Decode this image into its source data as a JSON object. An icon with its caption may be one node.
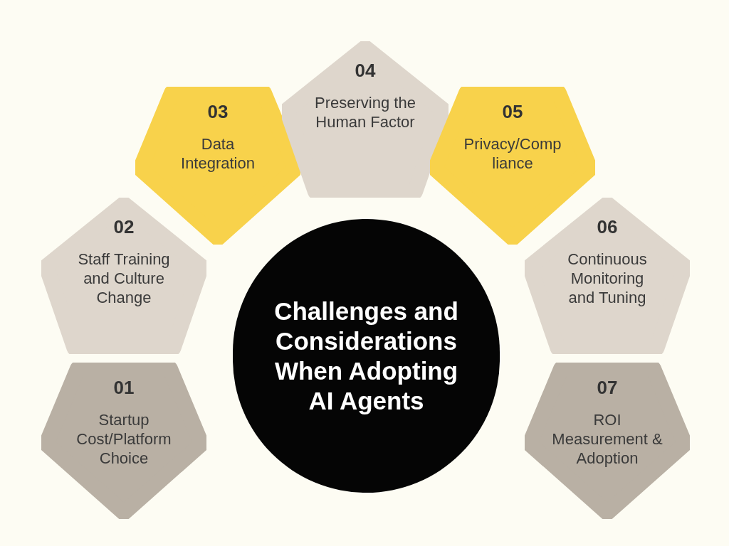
{
  "diagram": {
    "nodes": [
      {
        "text": [
          "01",
          "Startup Cost/Platform Choice"
        ]
      },
      {
        "text": [
          "02",
          "Staff Training and Culture Change"
        ]
      },
      {
        "text": [
          "03",
          "Data Integration"
        ]
      },
      {
        "text": [
          "04",
          "Preserving the Human Factor"
        ]
      },
      {
        "text": [
          "05",
          "Privacy/Comp liance"
        ]
      },
      {
        "text": [
          "06",
          "Continuous Monitoring and Tuning"
        ]
      },
      {
        "text": [
          "07",
          "ROI Measurement & Adoption"
        ]
      },
      {
        "text": [
          "Challenges and Considerations When Adopting AI Agents"
        ]
      }
    ]
  }
}
